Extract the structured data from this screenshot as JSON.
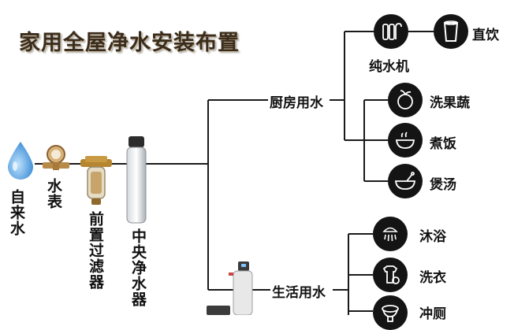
{
  "title": "家用全屋净水安装布置",
  "flow": {
    "tap_water": "自来水",
    "water_meter": "水表",
    "pre_filter": "前置过滤器",
    "central_purifier": "中央净水器"
  },
  "branches": {
    "kitchen": {
      "label": "厨房用水",
      "purifier": "纯水机",
      "drinking": "直饮",
      "items": [
        "洗果蔬",
        "煮饭",
        "煲汤"
      ]
    },
    "living": {
      "label": "生活用水",
      "items": [
        "沐浴",
        "洗衣",
        "冲厕"
      ]
    }
  },
  "icons": {
    "water_drop": "water-drop-icon",
    "meter": "water-meter-icon",
    "purifier": "water-purifier-icon",
    "cup": "cup-icon",
    "vegetable": "vegetable-icon",
    "rice": "rice-bowl-icon",
    "soup": "soup-bowl-icon",
    "shower": "shower-icon",
    "washer": "washing-machine-icon",
    "toilet": "toilet-icon"
  },
  "colors": {
    "title": "#3b2d1d",
    "line": "#1a1a1a",
    "icon_bg": "#141414",
    "water": "#3d8fd8"
  }
}
